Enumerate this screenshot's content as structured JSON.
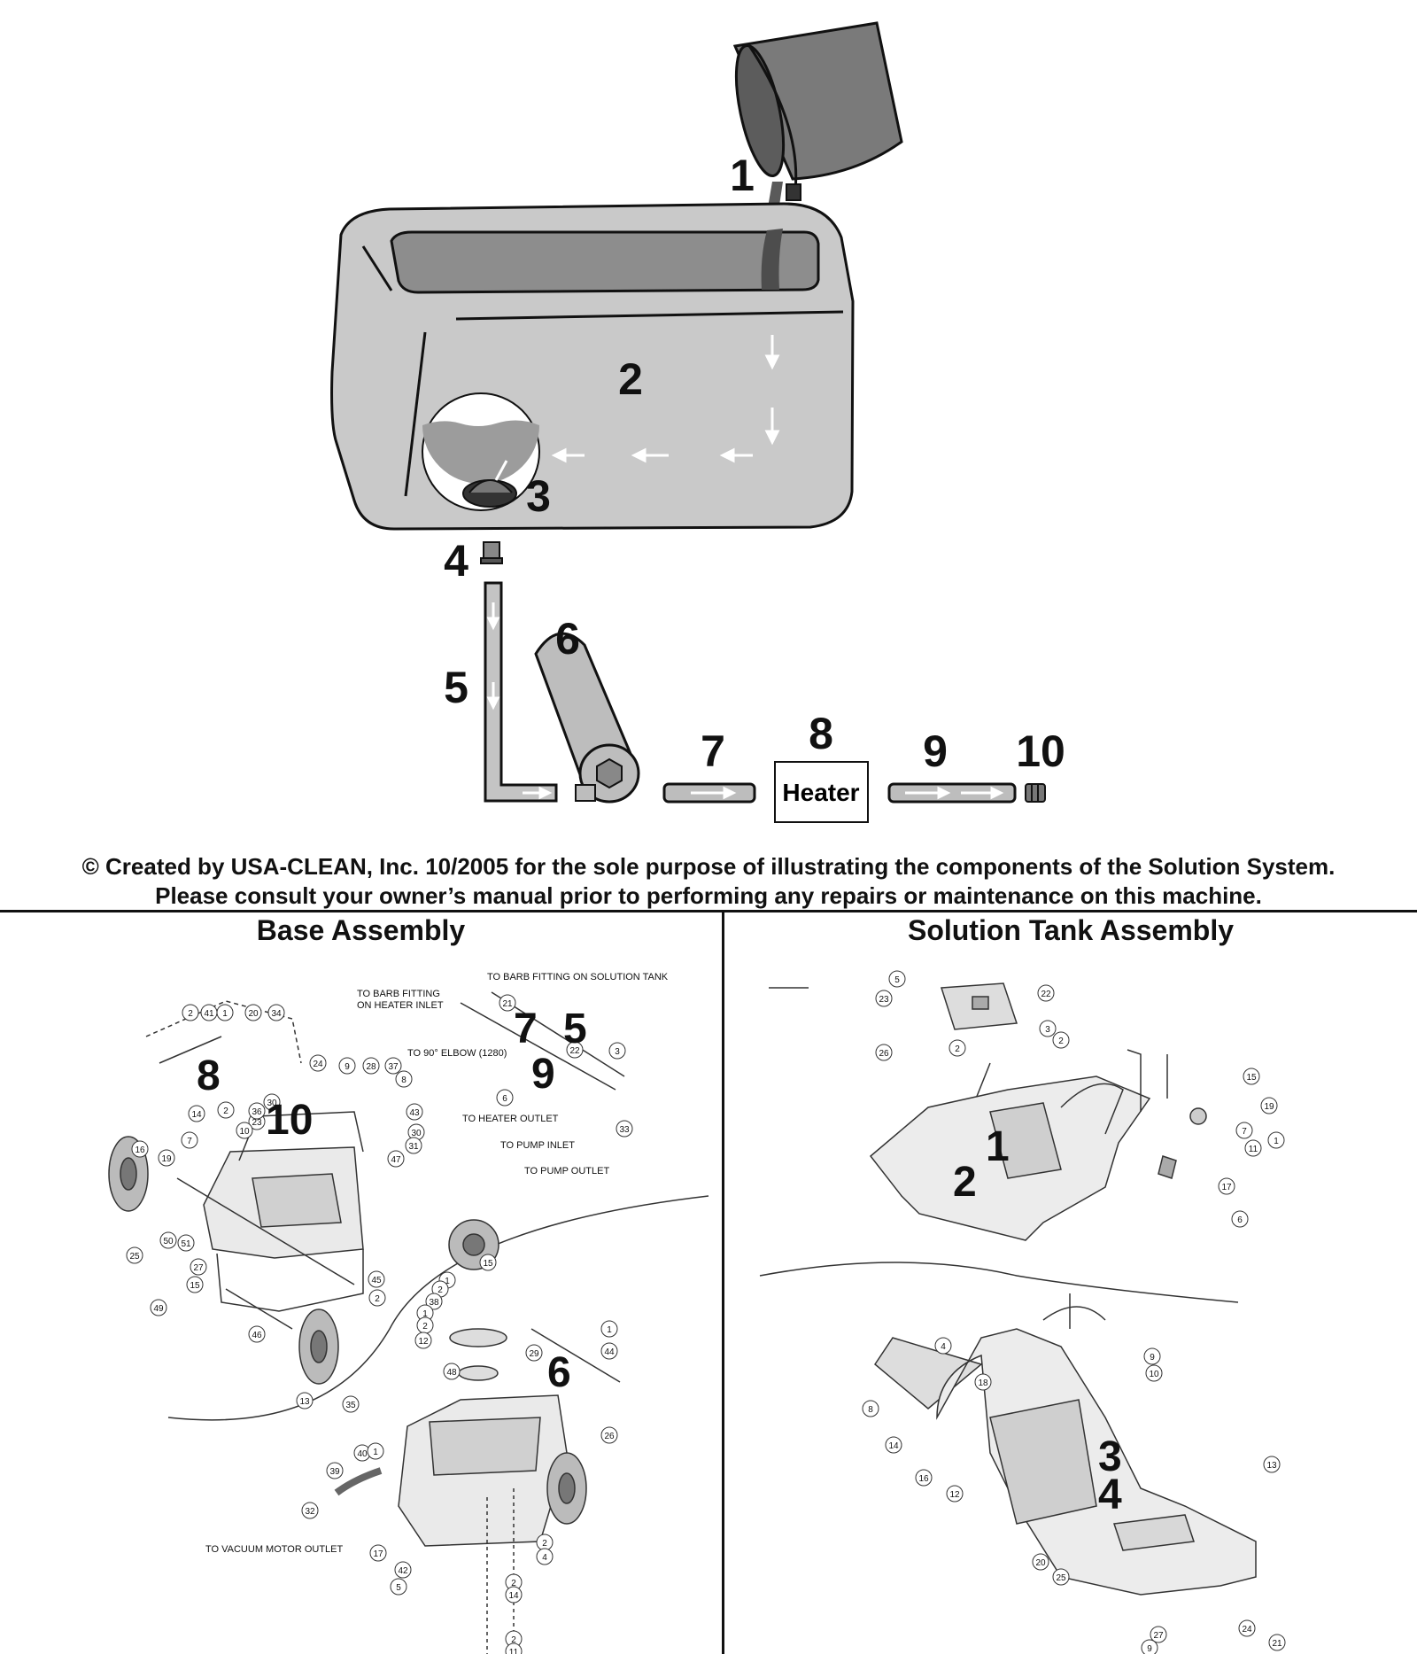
{
  "flow_labels": [
    "1",
    "2",
    "3",
    "4",
    "5",
    "6",
    "7",
    "8",
    "9",
    "10"
  ],
  "heater_label": "Heater",
  "copyright_line1": "© Created by USA-CLEAN, Inc. 10/2005 for the sole purpose of illustrating the components of the Solution System.",
  "copyright_line2": "Please consult your owner’s manual prior to performing any repairs or maintenance on this machine.",
  "base_assembly": {
    "title": "Base Assembly",
    "big_labels": [
      "8",
      "10",
      "7",
      "5",
      "9",
      "6"
    ],
    "notes": {
      "barb_heater_1": "TO BARB FITTING",
      "barb_heater_2": "ON HEATER INLET",
      "barb_tank": "TO BARB FITTING ON SOLUTION TANK",
      "elbow": "TO 90° ELBOW (1280)",
      "heater_outlet": "TO HEATER OUTLET",
      "pump_inlet": "TO PUMP INLET",
      "pump_outlet": "TO PUMP OUTLET",
      "vacuum_outlet": "TO VACUUM MOTOR OUTLET"
    },
    "callouts": [
      "2",
      "41",
      "1",
      "20",
      "34",
      "24",
      "9",
      "28",
      "37",
      "8",
      "43",
      "30",
      "31",
      "47",
      "21",
      "22",
      "3",
      "6",
      "33",
      "14",
      "2",
      "23",
      "36",
      "30",
      "10",
      "7",
      "16",
      "19",
      "25",
      "50",
      "51",
      "49",
      "27",
      "15",
      "46",
      "13",
      "35",
      "45",
      "2",
      "15",
      "1",
      "2",
      "38",
      "1",
      "2",
      "12",
      "48",
      "29",
      "1",
      "44",
      "26",
      "40",
      "1",
      "39",
      "32",
      "17",
      "42",
      "5",
      "2",
      "14",
      "2",
      "11",
      "2",
      "4"
    ]
  },
  "solution_tank_assembly": {
    "title": "Solution Tank Assembly",
    "big_labels": [
      "1",
      "2",
      "3",
      "4"
    ],
    "callouts": [
      "5",
      "23",
      "22",
      "3",
      "26",
      "2",
      "2",
      "15",
      "19",
      "7",
      "11",
      "1",
      "17",
      "6",
      "9",
      "10",
      "4",
      "18",
      "8",
      "14",
      "16",
      "12",
      "13",
      "20",
      "25",
      "27",
      "24",
      "21",
      "9"
    ]
  }
}
